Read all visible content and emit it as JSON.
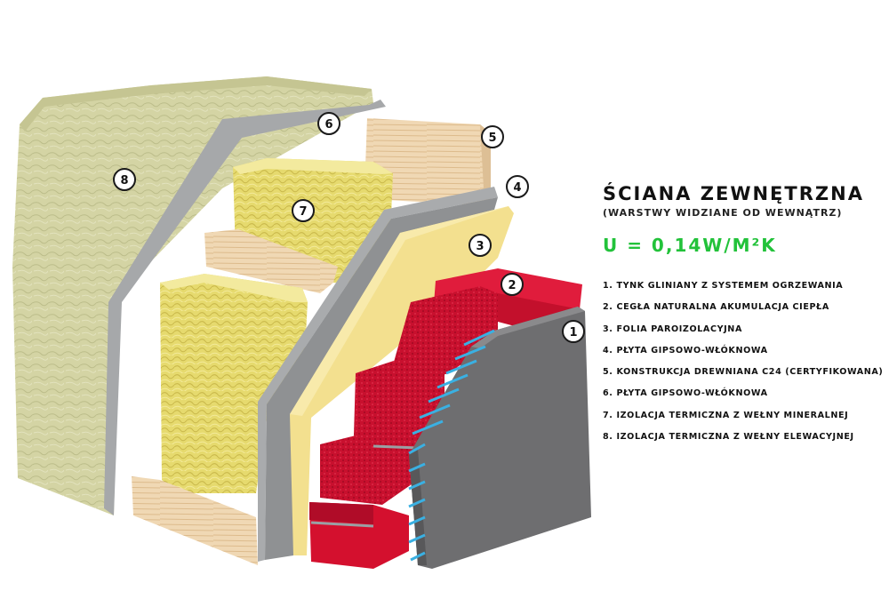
{
  "colors": {
    "uvalue": "#22c23a",
    "clay_plaster": "#6e6e70",
    "brick": "#d21432",
    "vapor_foil": "#f3e08f",
    "gypsum_board": "#9a9c9e",
    "timber": "#efd6b1",
    "mineral_wool": "#e4d86a",
    "facade_wool": "#d3d3a2"
  },
  "legend": {
    "title": "ŚCIANA ZEWNĘTRZNA",
    "subtitle": "(WARSTWY WIDZIANE OD WEWNĄTRZ)",
    "u_value": "U = 0,14W/M²K",
    "layers": [
      "1. TYNK GLINIANY Z SYSTEMEM OGRZEWANIA",
      "2. CEGŁA NATURALNA AKUMULACJA CIEPŁA",
      "3. FOLIA PAROIZOLACYJNA",
      "4. PŁYTA GIPSOWO-WŁÓKNOWA",
      "5. KONSTRUKCJA DREWNIANA C24 (CERTYFIKOWANA)",
      "6. PŁYTA GIPSOWO-WŁÓKNOWA",
      "7. IZOLACJA TERMICZNA Z WEŁNY MINERALNEJ",
      "8. IZOLACJA TERMICZNA Z WEŁNY ELEWACYJNEJ"
    ]
  },
  "callouts": [
    "1",
    "2",
    "3",
    "4",
    "5",
    "6",
    "7",
    "8"
  ]
}
